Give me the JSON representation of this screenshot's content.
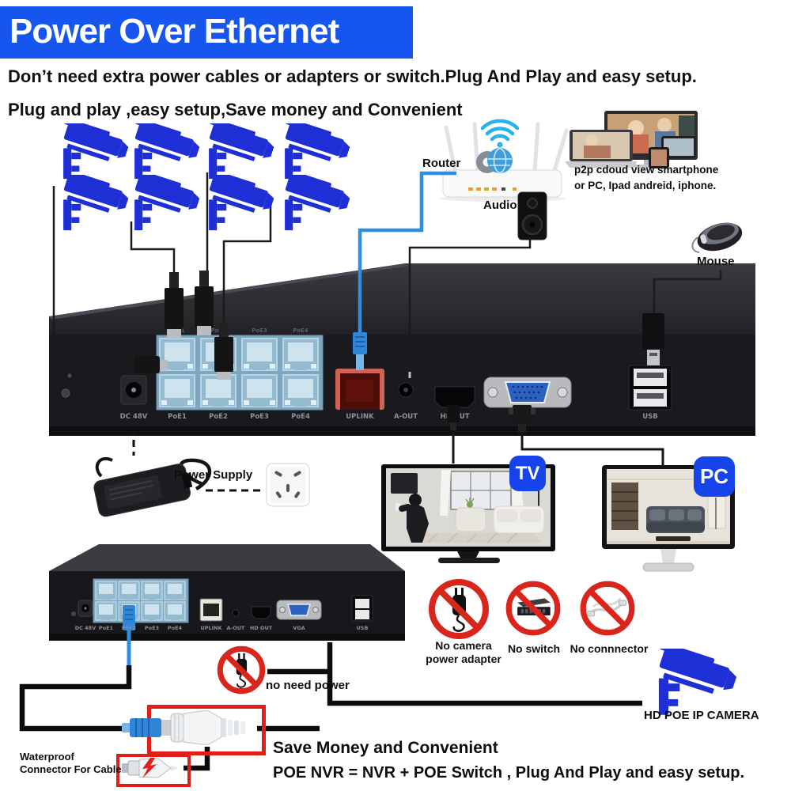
{
  "header": {
    "title": "Power Over Ethernet"
  },
  "intro": {
    "line1": "Don’t need extra power cables or adapters or switch.Plug And Play and easy setup.",
    "line2": "Plug and play ,easy setup,Save money and Convenient"
  },
  "labels": {
    "router": "Router",
    "audio": "Audio",
    "mouse": "Mouse",
    "power_supply": "Power Supply",
    "p2p_line1": "p2p cdoud view smartphone",
    "p2p_line2": "or PC, Ipad andreid, iphone.",
    "no_need_power": "no need power",
    "waterproof_line1": "Waterproof",
    "waterproof_line2": "Connector For Cable",
    "hd_poe_camera": "HD POE IP CAMERA"
  },
  "badges": {
    "tv": "TV",
    "pc": "PC"
  },
  "ports": {
    "dc": "DC 48V",
    "poe1": "PoE1",
    "poe2": "PoE2",
    "poe3": "PoE3",
    "poe4": "PoE4",
    "uplink": "UPLINK",
    "a_out": "A-OUT",
    "hd_out": "HD OUT",
    "vga": "VGA",
    "usb": "USB"
  },
  "prohibitions": {
    "no_camera_line1": "No camera",
    "no_camera_line2": "power adapter",
    "no_switch": "No switch",
    "no_connector": "No connnector"
  },
  "footer": {
    "line1": "Save Money and Convenient",
    "line2": "POE NVR = NVR + POE Switch , Plug And Play and easy setup."
  },
  "colors": {
    "header_bg": "#1656ee",
    "camera_blue": "#1f2fd6",
    "badge_blue": "#1743ea",
    "prohibition_red": "#d9251c",
    "cable_blue": "#2e8fe2",
    "poe_panel_blue": "#7fa6c0",
    "uplink_red": "#4c0d08"
  }
}
